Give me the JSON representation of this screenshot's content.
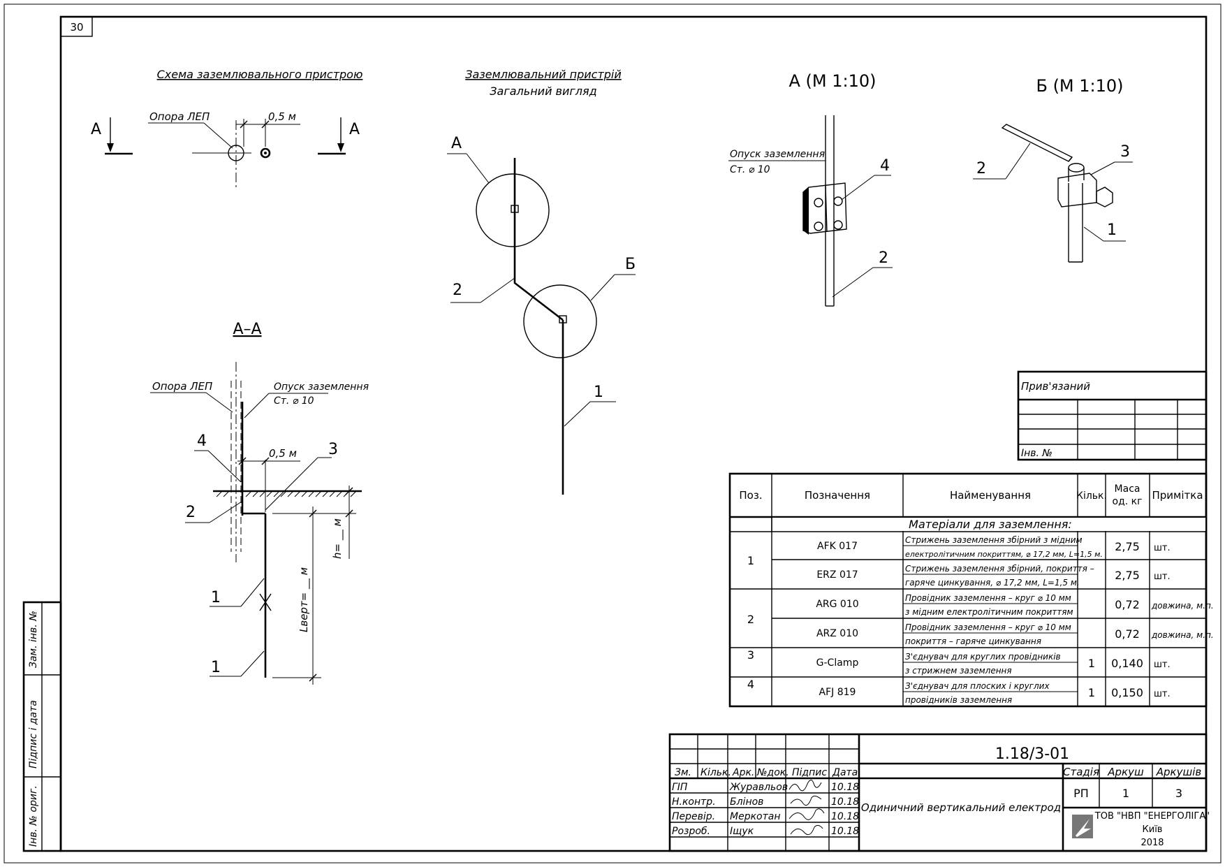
{
  "sheet_corner": "30",
  "schema": {
    "title": "Схема заземлювального пристрою",
    "support_label": "Опора ЛЕП",
    "distance": "0,5 м",
    "section_letter": "А"
  },
  "general_view": {
    "title_line1": "Заземлювальний пристрій",
    "title_line2": "Загальний вигляд",
    "callout_a": "А",
    "callout_b": "Б",
    "pos1": "1",
    "pos2": "2"
  },
  "view_a": {
    "title": "А (М 1:10)",
    "label_line1": "Опуск заземлення",
    "label_line2": "Ст. ⌀ 10",
    "pos4": "4",
    "pos2": "2"
  },
  "view_b": {
    "title": "Б (М 1:10)",
    "pos1": "1",
    "pos2": "2",
    "pos3": "3"
  },
  "section_aa": {
    "title": "А–А",
    "support_label": "Опора ЛЕП",
    "label_line1": "Опуск заземлення",
    "label_line2": "Ст. ⌀ 10",
    "distance": "0,5 м",
    "depth_label": "h= __ м",
    "length_label": "Lверт= __ м",
    "pos1a": "1",
    "pos1b": "1",
    "pos2": "2",
    "pos3": "3",
    "pos4": "4"
  },
  "binding": {
    "title": "Прив'язаний",
    "inv_label": "Інв. №"
  },
  "spec": {
    "headers": [
      "Поз.",
      "Позначення",
      "Найменування",
      "Кільк.",
      "Маса од. кг",
      "Примітка"
    ],
    "section_title": "Матеріали для заземлення:",
    "rows": [
      {
        "pos": "1",
        "code": "AFK 017",
        "name1": "Стрижень заземлення збірний з мідним",
        "name2": "електролітичним покриттям, ⌀ 17,2 мм, L=1,5 м.",
        "qty": "",
        "mass": "2,75",
        "note": "шт."
      },
      {
        "pos": "",
        "code": "ERZ 017",
        "name1": "Стрижень заземлення збірний, покриття –",
        "name2": "гаряче цинкування, ⌀ 17,2 мм, L=1,5 м.",
        "qty": "",
        "mass": "2,75",
        "note": "шт."
      },
      {
        "pos": "2",
        "code": "ARG 010",
        "name1": "Провідник заземлення – круг ⌀ 10 мм",
        "name2": "з мідним електролітичним покриттям",
        "qty": "",
        "mass": "0,72",
        "note": "довжина, м.п."
      },
      {
        "pos": "",
        "code": "ARZ 010",
        "name1": "Провідник заземлення – круг ⌀ 10 мм",
        "name2": "покриття – гаряче цинкування",
        "qty": "",
        "mass": "0,72",
        "note": "довжина, м.п."
      },
      {
        "pos": "3",
        "code": "G-Clamp",
        "name1": "З'єднувач для круглих провідників",
        "name2": "з стрижнем заземлення",
        "qty": "1",
        "mass": "0,140",
        "note": "шт."
      },
      {
        "pos": "4",
        "code": "AFJ 819",
        "name1": "З'єднувач для плоских і круглих",
        "name2": "провідників заземлення",
        "qty": "1",
        "mass": "0,150",
        "note": "шт."
      }
    ]
  },
  "side_stamp": {
    "zam": "Зам. інв. №",
    "sign": "Підпис і дата",
    "inv": "Інв. № ориг."
  },
  "title_block": {
    "doc_code": "1.18/3-01",
    "col_headers": [
      "Зм.",
      "Кільк.",
      "Арк.",
      "№док.",
      "Підпис",
      "Дата"
    ],
    "people": [
      {
        "role": "ГІП",
        "name": "Журавльов",
        "date": "10.18"
      },
      {
        "role": "Н.контр.",
        "name": "Блінов",
        "date": "10.18"
      },
      {
        "role": "Перевір.",
        "name": "Меркотан",
        "date": "10.18"
      },
      {
        "role": "Розроб.",
        "name": "Іщук",
        "date": "10.18"
      }
    ],
    "doc_name": "Одиничний вертикальний електрод",
    "stage_header": "Стадія",
    "sheet_header": "Аркуш",
    "sheets_header": "Аркушів",
    "stage": "РП",
    "sheet": "1",
    "sheets": "3",
    "company": "ТОВ \"НВП \"ЕНЕРГОЛІГА\"",
    "city": "Київ",
    "year": "2018"
  }
}
